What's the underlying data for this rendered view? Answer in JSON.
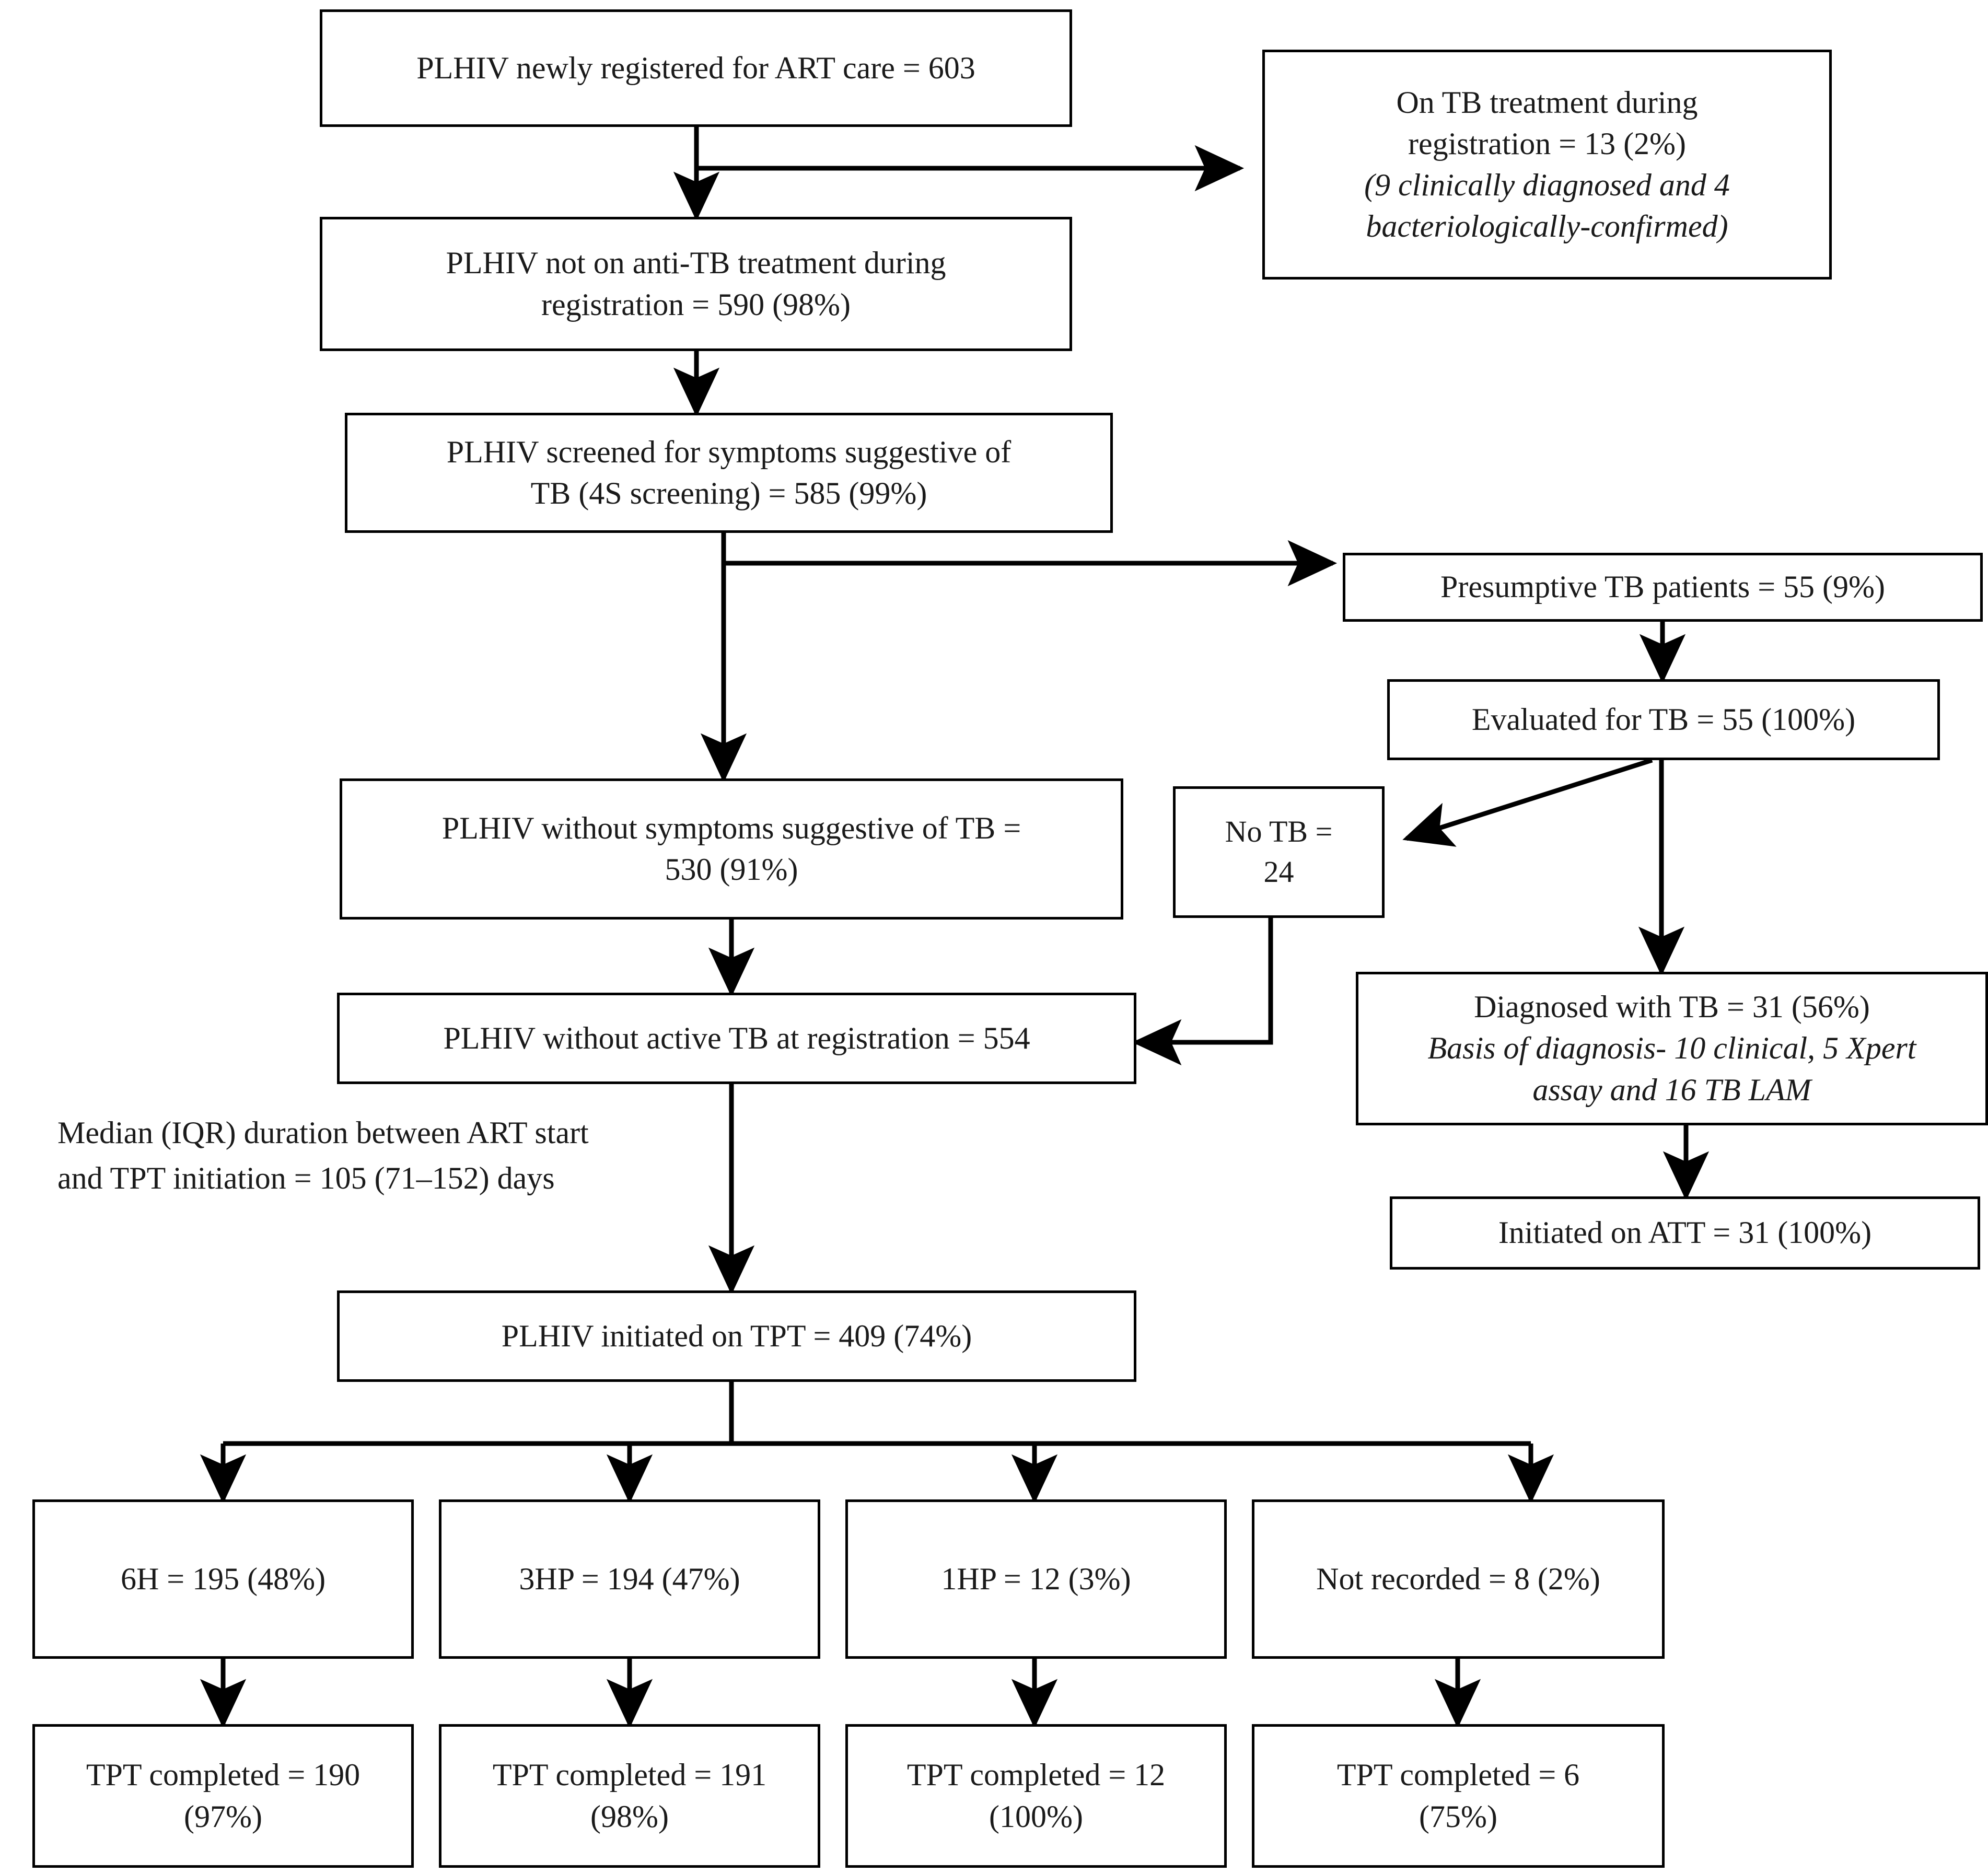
{
  "chart_data": {
    "type": "diagram",
    "title": "TB screening and TPT cascade among PLHIV newly registered for ART care",
    "nodes": [
      {
        "id": "registered",
        "lines": [
          "PLHIV newly registered for ART care = 603"
        ],
        "value": 603
      },
      {
        "id": "on_tb_treatment",
        "lines": [
          "On TB treatment during",
          "registration = 13 (2%)"
        ],
        "sub": [
          "(9 clinically diagnosed and 4",
          "bacteriologically-confirmed)"
        ],
        "value": 13,
        "percent": "2%"
      },
      {
        "id": "not_on_anti_tb",
        "lines": [
          "PLHIV not on anti-TB treatment during",
          "registration = 590 (98%)"
        ],
        "value": 590,
        "percent": "98%"
      },
      {
        "id": "screened",
        "lines": [
          "PLHIV screened for symptoms suggestive of",
          "TB (4S screening) = 585 (99%)"
        ],
        "value": 585,
        "percent": "99%"
      },
      {
        "id": "presumptive",
        "lines": [
          "Presumptive TB patients = 55 (9%)"
        ],
        "value": 55,
        "percent": "9%"
      },
      {
        "id": "evaluated",
        "lines": [
          "Evaluated for TB = 55 (100%)"
        ],
        "value": 55,
        "percent": "100%"
      },
      {
        "id": "without_symptoms",
        "lines": [
          "PLHIV without symptoms suggestive of TB =",
          "530 (91%)"
        ],
        "value": 530,
        "percent": "91%"
      },
      {
        "id": "no_tb",
        "lines": [
          "No TB =",
          "24"
        ],
        "value": 24
      },
      {
        "id": "diagnosed_tb",
        "lines": [
          "Diagnosed with TB = 31 (56%)"
        ],
        "sub": [
          "Basis of diagnosis- 10 clinical, 5 Xpert",
          "assay and 16 TB LAM"
        ],
        "value": 31,
        "percent": "56%"
      },
      {
        "id": "without_active_tb",
        "lines": [
          "PLHIV without active TB at registration = 554"
        ],
        "value": 554
      },
      {
        "id": "initiated_att",
        "lines": [
          "Initiated on ATT = 31 (100%)"
        ],
        "value": 31,
        "percent": "100%"
      },
      {
        "id": "initiated_tpt",
        "lines": [
          "PLHIV initiated on TPT =  409 (74%)"
        ],
        "value": 409,
        "percent": "74%"
      },
      {
        "id": "regimen_6h",
        "lines": [
          "6H = 195 (48%)"
        ],
        "value": 195,
        "percent": "48%"
      },
      {
        "id": "regimen_3hp",
        "lines": [
          "3HP = 194 (47%)"
        ],
        "value": 194,
        "percent": "47%"
      },
      {
        "id": "regimen_1hp",
        "lines": [
          "1HP = 12 (3%)"
        ],
        "value": 12,
        "percent": "3%"
      },
      {
        "id": "regimen_not_recorded",
        "lines": [
          "Not recorded = 8 (2%)"
        ],
        "value": 8,
        "percent": "2%"
      },
      {
        "id": "completed_6h",
        "lines": [
          "TPT completed = 190",
          "(97%)"
        ],
        "value": 190,
        "percent": "97%"
      },
      {
        "id": "completed_3hp",
        "lines": [
          "TPT completed = 191",
          "(98%)"
        ],
        "value": 191,
        "percent": "98%"
      },
      {
        "id": "completed_1hp",
        "lines": [
          "TPT completed = 12",
          "(100%)"
        ],
        "value": 12,
        "percent": "100%"
      },
      {
        "id": "completed_not_recorded",
        "lines": [
          "TPT completed = 6",
          "(75%)"
        ],
        "value": 6,
        "percent": "75%"
      }
    ],
    "annotations": [
      {
        "id": "median_iqr",
        "lines": [
          "Median (IQR) duration between ART start",
          "and TPT initiation = 105 (71–152) days"
        ]
      }
    ],
    "edges": [
      {
        "from": "registered",
        "to": "not_on_anti_tb"
      },
      {
        "from": "registered",
        "to": "on_tb_treatment"
      },
      {
        "from": "not_on_anti_tb",
        "to": "screened"
      },
      {
        "from": "screened",
        "to": "presumptive"
      },
      {
        "from": "screened",
        "to": "without_symptoms"
      },
      {
        "from": "presumptive",
        "to": "evaluated"
      },
      {
        "from": "evaluated",
        "to": "no_tb"
      },
      {
        "from": "evaluated",
        "to": "diagnosed_tb"
      },
      {
        "from": "without_symptoms",
        "to": "without_active_tb"
      },
      {
        "from": "no_tb",
        "to": "without_active_tb"
      },
      {
        "from": "diagnosed_tb",
        "to": "initiated_att"
      },
      {
        "from": "without_active_tb",
        "to": "initiated_tpt"
      },
      {
        "from": "initiated_tpt",
        "to": "regimen_6h"
      },
      {
        "from": "initiated_tpt",
        "to": "regimen_3hp"
      },
      {
        "from": "initiated_tpt",
        "to": "regimen_1hp"
      },
      {
        "from": "initiated_tpt",
        "to": "regimen_not_recorded"
      },
      {
        "from": "regimen_6h",
        "to": "completed_6h"
      },
      {
        "from": "regimen_3hp",
        "to": "completed_3hp"
      },
      {
        "from": "regimen_1hp",
        "to": "completed_1hp"
      },
      {
        "from": "regimen_not_recorded",
        "to": "completed_not_recorded"
      }
    ],
    "colors": {
      "stroke": "#000000",
      "text": "#1a1a1a",
      "background": "#ffffff"
    }
  },
  "nodes": {
    "registered": {
      "l1": "PLHIV newly registered for ART care = 603"
    },
    "on_tb_treatment": {
      "l1": "On TB treatment during",
      "l2": "registration = 13 (2%)",
      "s1": "(9 clinically diagnosed and 4",
      "s2": "bacteriologically-confirmed)"
    },
    "not_on_anti_tb": {
      "l1": "PLHIV not on anti-TB treatment during",
      "l2": "registration = 590 (98%)"
    },
    "screened": {
      "l1": "PLHIV screened for symptoms suggestive of",
      "l2": "TB (4S screening) = 585 (99%)"
    },
    "presumptive": {
      "l1": "Presumptive TB patients = 55 (9%)"
    },
    "evaluated": {
      "l1": "Evaluated for TB = 55 (100%)"
    },
    "without_symptoms": {
      "l1": "PLHIV without symptoms suggestive of TB =",
      "l2": "530 (91%)"
    },
    "no_tb": {
      "l1": "No TB =",
      "l2": "24"
    },
    "diagnosed_tb": {
      "l1": "Diagnosed with TB = 31 (56%)",
      "s1": "Basis of diagnosis- 10 clinical, 5 Xpert",
      "s2": "assay and 16 TB LAM"
    },
    "without_active_tb": {
      "l1": "PLHIV without active TB at registration = 554"
    },
    "initiated_att": {
      "l1": "Initiated on ATT = 31 (100%)"
    },
    "initiated_tpt": {
      "l1": "PLHIV initiated on TPT =  409 (74%)"
    },
    "regimen_6h": {
      "l1": "6H = 195 (48%)"
    },
    "regimen_3hp": {
      "l1": "3HP = 194 (47%)"
    },
    "regimen_1hp": {
      "l1": "1HP = 12 (3%)"
    },
    "regimen_not_recorded": {
      "l1": "Not recorded = 8 (2%)"
    },
    "completed_6h": {
      "l1": "TPT completed = 190",
      "l2": "(97%)"
    },
    "completed_3hp": {
      "l1": "TPT completed = 191",
      "l2": "(98%)"
    },
    "completed_1hp": {
      "l1": "TPT completed = 12",
      "l2": "(100%)"
    },
    "completed_not_recorded": {
      "l1": "TPT completed = 6",
      "l2": "(75%)"
    }
  },
  "annotations": {
    "median_iqr": {
      "l1": "Median (IQR) duration between ART start",
      "l2": "and TPT initiation = 105 (71–152) days"
    }
  }
}
